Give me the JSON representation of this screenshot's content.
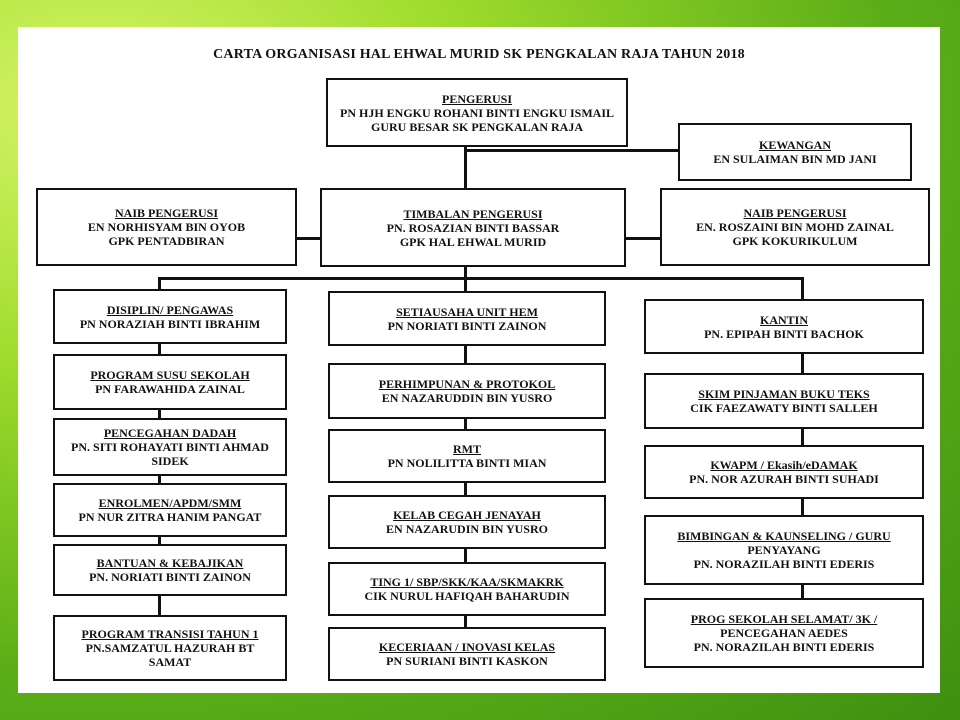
{
  "title": "CARTA ORGANISASI HAL EHWAL MURID  SK PENGKALAN RAJA TAHUN 2018",
  "pengerusi": {
    "title": "PENGERUSI",
    "lines": [
      "PN HJH ENGKU ROHANI BINTI ENGKU ISMAIL",
      "GURU BESAR SK PENGKALAN RAJA"
    ]
  },
  "kewangan": {
    "title": "KEWANGAN",
    "lines": [
      "EN SULAIMAN BIN MD JANI"
    ]
  },
  "naib_left": {
    "title": "NAIB PENGERUSI",
    "lines": [
      "EN NORHISYAM BIN OYOB",
      "GPK PENTADBIRAN"
    ]
  },
  "timbalan": {
    "title": "TIMBALAN PENGERUSI",
    "lines": [
      "PN. ROSAZIAN BINTI BASSAR",
      "GPK HAL EHWAL MURID"
    ]
  },
  "naib_right": {
    "title": "NAIB PENGERUSI",
    "lines": [
      "EN. ROSZAINI BIN MOHD ZAINAL",
      "GPK KOKURIKULUM"
    ]
  },
  "col1": [
    {
      "title": "DISIPLIN/ PENGAWAS",
      "lines": [
        "PN NORAZIAH  BINTI IBRAHIM"
      ]
    },
    {
      "title": "PROGRAM SUSU SEKOLAH",
      "lines": [
        "PN FARAWAHIDA  ZAINAL"
      ]
    },
    {
      "title": "PENCEGAHAN  DADAH",
      "lines": [
        "PN. SITI ROHAYATI BINTI AHMAD",
        "SIDEK"
      ]
    },
    {
      "title": "ENROLMEN/APDM/SMM",
      "lines": [
        "PN NUR ZITRA  HANIM PANGAT"
      ]
    },
    {
      "title": "BANTUAN  & KEBAJIKAN",
      "lines": [
        "PN. NORIATI  BINTI  ZAINON"
      ]
    },
    {
      "title": "PROGRAM  TRANSISI TAHUN  1",
      "lines": [
        "PN.SAMZATUL  HAZURAH  BT",
        "SAMAT"
      ]
    }
  ],
  "col2": [
    {
      "title": "SETIAUSAHA  UNIT  HEM",
      "lines": [
        "PN NORIATI  BINTI  ZAINON"
      ]
    },
    {
      "title": "PERHIMPUNAN  & PROTOKOL",
      "lines": [
        "EN NAZARUDDIN  BIN  YUSRO"
      ]
    },
    {
      "title": "RMT",
      "lines": [
        "PN NOLILITTA  BINTI  MIAN"
      ]
    },
    {
      "title": "KELAB  CEGAH JENAYAH",
      "lines": [
        "EN NAZARUDIN  BIN YUSRO"
      ]
    },
    {
      "title": "TING 1/ SBP/SKK/KAA/SKMAKRK",
      "lines": [
        "CIK NURUL  HAFIQAH BAHARUDIN"
      ]
    },
    {
      "title": "KECERIAAN  / INOVASI KELAS",
      "lines": [
        "PN SURIANI  BINTI  KASKON"
      ]
    }
  ],
  "col3": [
    {
      "title": "KANTIN",
      "lines": [
        "PN. EPIPAH BINTI BACHOK"
      ]
    },
    {
      "title": "SKIM  PINJAMAN BUKU TEKS",
      "lines": [
        "CIK FAEZAWATY  BINTI  SALLEH"
      ]
    },
    {
      "title": "KWAPM  / Ekasih/eDAMAK",
      "lines": [
        "PN. NOR AZURAH BINTI  SUHADI"
      ]
    },
    {
      "title": "BIMBINGAN  & KAUNSELING  / GURU",
      "lines": [
        "PENYAYANG",
        "PN. NORAZILAH  BINTI  EDERIS"
      ]
    },
    {
      "title": "PROG SEKOLAH  SELAMAT/  3K /",
      "lines": [
        "PENCEGAHAN  AEDES",
        "PN. NORAZILAH  BINTI  EDERIS"
      ]
    }
  ]
}
